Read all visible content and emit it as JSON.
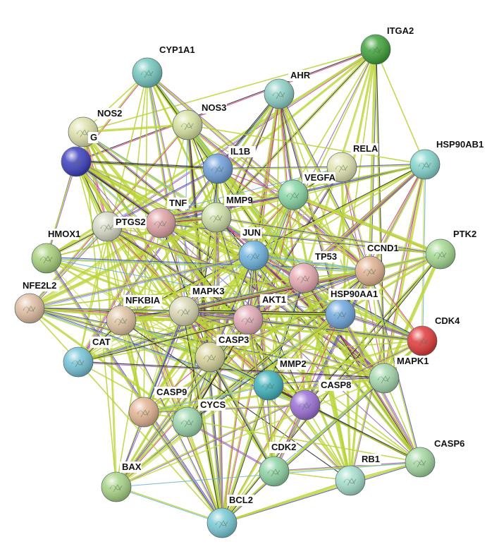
{
  "nodes": [
    {
      "id": "ITGA2",
      "label": "ITGA2",
      "color": "#3fa23a"
    },
    {
      "id": "CYP1A1",
      "label": "CYP1A1",
      "color": "#76c8c1"
    },
    {
      "id": "AHR",
      "label": "AHR",
      "color": "#8ed0c6"
    },
    {
      "id": "NOS2",
      "label": "NOS2",
      "color": "#e1e3ae"
    },
    {
      "id": "NOS3",
      "label": "NOS3",
      "color": "#d8e2a2"
    },
    {
      "id": "G",
      "label": "G",
      "color": "#3d40c0"
    },
    {
      "id": "IL1B",
      "label": "IL1B",
      "color": "#6f9fd8"
    },
    {
      "id": "RELA",
      "label": "RELA",
      "color": "#e2e4b2"
    },
    {
      "id": "HSP90AB1",
      "label": "HSP90AB1",
      "color": "#86d6cf"
    },
    {
      "id": "VEGFA",
      "label": "VEGFA",
      "color": "#88d7a6"
    },
    {
      "id": "TNF",
      "label": "TNF",
      "color": "#e0a2a6"
    },
    {
      "id": "MMP9",
      "label": "MMP9",
      "color": "#cfe0a8"
    },
    {
      "id": "PTGS2",
      "label": "PTGS2",
      "color": "#d7d9c6"
    },
    {
      "id": "HMOX1",
      "label": "HMOX1",
      "color": "#a9d17b"
    },
    {
      "id": "JUN",
      "label": "JUN",
      "color": "#6fb4e0"
    },
    {
      "id": "PTK2",
      "label": "PTK2",
      "color": "#a5d992"
    },
    {
      "id": "TP53",
      "label": "TP53",
      "color": "#e8aab2"
    },
    {
      "id": "CCND1",
      "label": "CCND1",
      "color": "#e2b292"
    },
    {
      "id": "NFE2L2",
      "label": "NFE2L2",
      "color": "#e2bfa4"
    },
    {
      "id": "NFKBIA",
      "label": "NFKBIA",
      "color": "#e0c4a2"
    },
    {
      "id": "MAPK3",
      "label": "MAPK3",
      "color": "#dcd8b4"
    },
    {
      "id": "AKT1",
      "label": "AKT1",
      "color": "#e2aab6"
    },
    {
      "id": "HSP90AA1",
      "label": "HSP90AA1",
      "color": "#6fa8de"
    },
    {
      "id": "CDK4",
      "label": "CDK4",
      "color": "#e23a3a"
    },
    {
      "id": "CAT",
      "label": "CAT",
      "color": "#76c4d8"
    },
    {
      "id": "CASP3",
      "label": "CASP3",
      "color": "#d8d49c"
    },
    {
      "id": "MAPK1",
      "label": "MAPK1",
      "color": "#a6d8ae"
    },
    {
      "id": "MMP2",
      "label": "MMP2",
      "color": "#3fb2bc"
    },
    {
      "id": "CASP8",
      "label": "CASP8",
      "color": "#9b6fd6"
    },
    {
      "id": "CASP9",
      "label": "CASP9",
      "color": "#e4b494"
    },
    {
      "id": "CYCS",
      "label": "CYCS",
      "color": "#9cd6ac"
    },
    {
      "id": "CASP6",
      "label": "CASP6",
      "color": "#a4d8a2"
    },
    {
      "id": "CDK2",
      "label": "CDK2",
      "color": "#8fd4a4"
    },
    {
      "id": "RB1",
      "label": "RB1",
      "color": "#a6e0cc"
    },
    {
      "id": "BAX",
      "label": "BAX",
      "color": "#a8d486"
    },
    {
      "id": "BCL2",
      "label": "BCL2",
      "color": "#7acad6"
    }
  ],
  "edge_colors": [
    "#b5d334",
    "#c2d93c",
    "#d63b87",
    "#222222",
    "#4f4ab3",
    "#6bb0d8",
    "#9b5bb8",
    "#ced84a"
  ]
}
